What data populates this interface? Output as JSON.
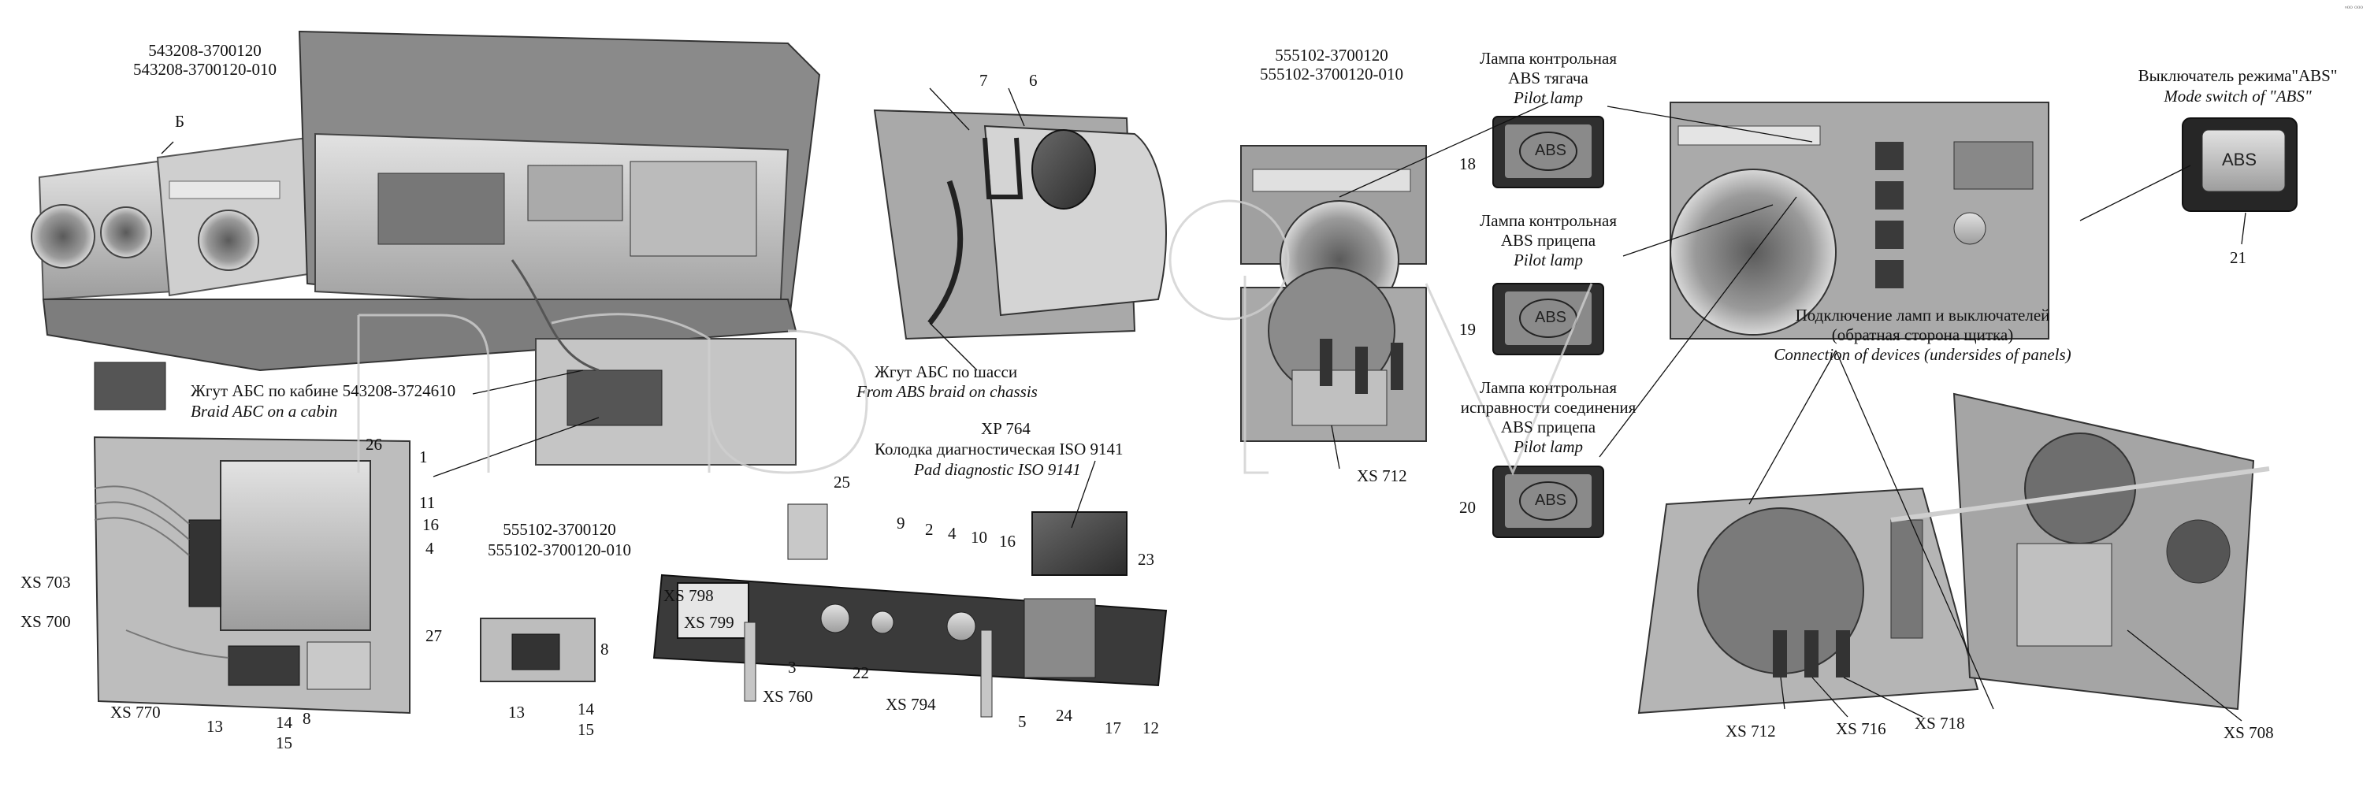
{
  "headings": {
    "left_models": [
      "543208-3700120",
      "543208-3700120-010"
    ],
    "view_b": "Б",
    "mid_models": [
      "555102-3700120",
      "555102-3700120-010"
    ],
    "right_models": [
      "555102-3700120",
      "555102-3700120-010"
    ]
  },
  "captions": {
    "cab_braid_ru": "Жгут АБС по кабине 543208-3724610",
    "cab_braid_en": "Braid АБС on a cabin",
    "chassis_braid_ru": "Жгут АБС по шасси",
    "chassis_braid_en": "From ABS braid on chassis",
    "xp764": "XP 764",
    "diag_ru": "Колодка диагностическая ISO 9141",
    "diag_en": "Pad diagnostic ISO 9141",
    "tractor_lamp_ru": [
      "Лампа контрольная",
      "ABS тягача"
    ],
    "tractor_lamp_en": "Pilot lamp",
    "trailer_lamp_ru": [
      "Лампа контрольная",
      "ABS прицепа"
    ],
    "trailer_lamp_en": "Pilot lamp",
    "conn_lamp_ru": [
      "Лампа контрольная",
      "исправности соединения",
      "ABS прицепа"
    ],
    "conn_lamp_en": "Pilot lamp",
    "mode_switch_ru": "Выключатель режима\"ABS\"",
    "mode_switch_en": "Mode switch of  \"ABS\"",
    "devices_ru": [
      "Подключение ламп и выключателей",
      "(обратная сторона щитка)"
    ],
    "devices_en": "Connection of devices (undersides of panels)",
    "corner_mark": "º⁰⁰ ⁰⁰⁰"
  },
  "lamp_text": "ABS",
  "callouts": {
    "n1": "1",
    "n2": "2",
    "n3": "3",
    "n4a": "4",
    "n4b": "4",
    "n5": "5",
    "n6": "6",
    "n7": "7",
    "n8a": "8",
    "n8b": "8",
    "n9": "9",
    "n10": "10",
    "n11": "11",
    "n12": "12",
    "n13a": "13",
    "n13b": "13",
    "n14a": "14",
    "n14b": "14",
    "n15a": "15",
    "n15b": "15",
    "n16a": "16",
    "n16b": "16",
    "n17": "17",
    "n18": "18",
    "n19": "19",
    "n20": "20",
    "n21": "21",
    "n22": "22",
    "n23": "23",
    "n24": "24",
    "n25": "25",
    "n26": "26",
    "n27": "27"
  },
  "connectors": {
    "xs703": "XS 703",
    "xs700": "XS 700",
    "xs770": "XS 770",
    "xs798": "XS 798",
    "xs799": "XS 799",
    "xs760": "XS 760",
    "xs794": "XS 794",
    "xs712a": "XS 712",
    "xs712b": "XS 712",
    "xs716": "XS 716",
    "xs718": "XS 718",
    "xs708": "XS 708"
  },
  "colors": {
    "line": "#111111",
    "metal": "#bdbdbd",
    "dark": "#3a3a3a",
    "panel": "#9a9a9a",
    "watermark": "#d0d0d0"
  }
}
